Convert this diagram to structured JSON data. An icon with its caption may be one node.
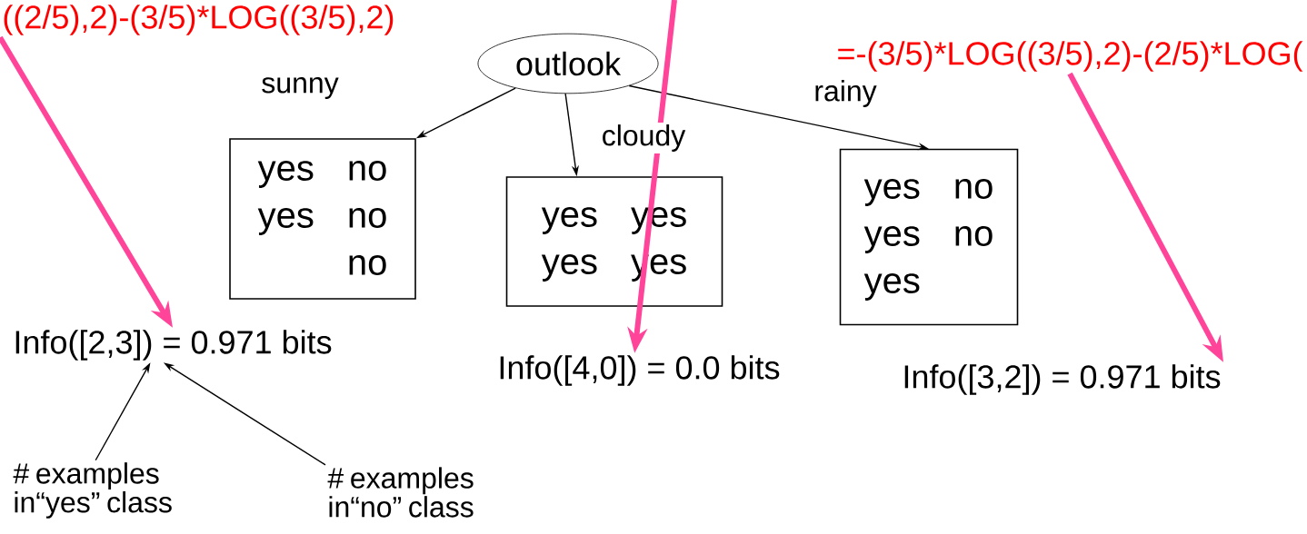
{
  "diagram": {
    "nodes": [
      {
        "text": [
          "outlook"
        ]
      },
      {
        "text": [
          "yes",
          "no",
          "yes",
          "no",
          "no"
        ]
      },
      {
        "text": [
          "yes",
          "yes",
          "yes",
          "yes"
        ]
      },
      {
        "text": [
          "yes",
          "no",
          "yes",
          "no",
          "yes"
        ]
      },
      {
        "text": [
          "Info([2,3]) = 0.971 bits"
        ]
      },
      {
        "text": [
          "Info([4,0]) = 0.0 bits"
        ]
      },
      {
        "text": [
          "Info([3,2]) = 0.971 bits"
        ]
      },
      {
        "text": [
          "# examples in“yes” class"
        ]
      },
      {
        "text": [
          "# examples in“no” class"
        ]
      },
      {
        "text": [
          "((2/5),2)-(3/5)*LOG((3/5),2)"
        ]
      },
      {
        "text": [
          "=-(3/5)*LOG((3/5),2)-(2/5)*LOG("
        ]
      }
    ],
    "edges": [
      {
        "from": 0,
        "to": 1,
        "arrow": "to",
        "label": "sunny"
      },
      {
        "from": 0,
        "to": 2,
        "arrow": "to",
        "label": "cloudy"
      },
      {
        "from": 0,
        "to": 3,
        "arrow": "to",
        "label": "rainy"
      },
      {
        "from": 7,
        "to": 4,
        "arrow": "to"
      },
      {
        "from": 8,
        "to": 4,
        "arrow": "to"
      },
      {
        "from": 9,
        "to": 4,
        "arrow": "to",
        "style": "thick",
        "color": "#ff4499"
      },
      {
        "from": null,
        "to": 5,
        "arrow": "to",
        "style": "thick",
        "color": "#ff4499"
      },
      {
        "from": 10,
        "to": 6,
        "arrow": "to",
        "style": "thick",
        "color": "#ff4499"
      }
    ]
  }
}
